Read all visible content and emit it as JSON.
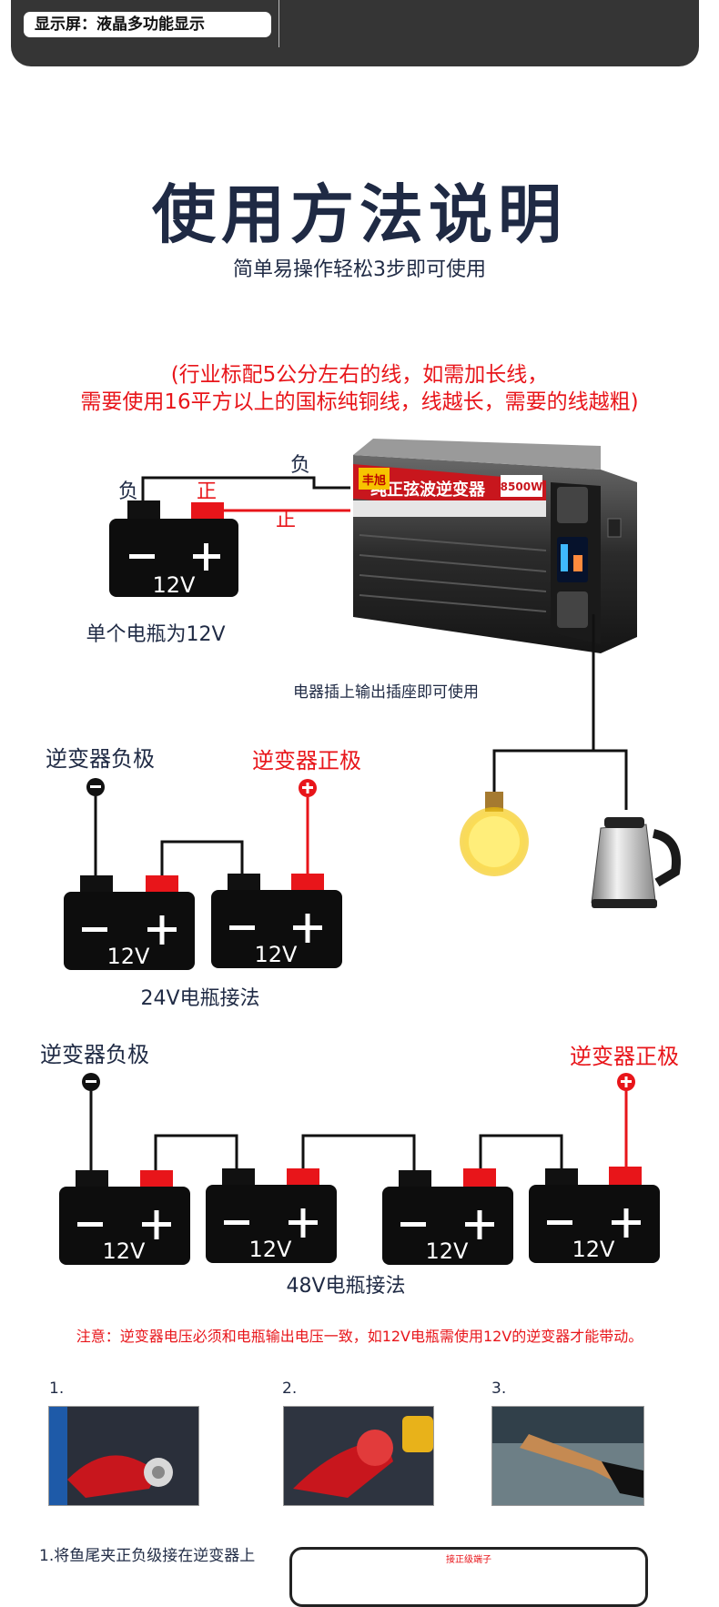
{
  "header": {
    "lcd_label": "显示屏：液晶多功能显示"
  },
  "title": "使用方法说明",
  "subtitle": "简单易操作轻松3步即可使用",
  "notes": {
    "line1": "(行业标配5公分左右的线，如需加长线，",
    "line2": "需要使用16平方以上的国标纯铜线，线越长，需要的线越粗)"
  },
  "diagram1": {
    "neg": "负",
    "pos": "正",
    "neg_wire": "负",
    "pos_wire": "正",
    "battery_voltage": "12V",
    "caption": "单个电瓶为12V",
    "plug_text": "电器插上输出插座即可使用",
    "inverter_title": "纯正弦波逆变器",
    "inverter_brand": "丰旭",
    "inverter_power": "8500W"
  },
  "diagram24": {
    "neg_label": "逆变器负极",
    "pos_label": "逆变器正极",
    "battery_voltage": "12V",
    "caption": "24V电瓶接法"
  },
  "diagram48": {
    "neg_label": "逆变器负极",
    "pos_label": "逆变器正极",
    "battery_voltage": "12V",
    "caption": "48V电瓶接法"
  },
  "warning": "注意：逆变器电压必须和电瓶输出电压一致，如12V电瓶需使用12V的逆变器才能带动。",
  "steps": [
    {
      "num": "1."
    },
    {
      "num": "2."
    },
    {
      "num": "3."
    }
  ],
  "step_text": "1.将鱼尾夹正负级接在逆变器上",
  "bottom_box_text": "接正级端子"
}
